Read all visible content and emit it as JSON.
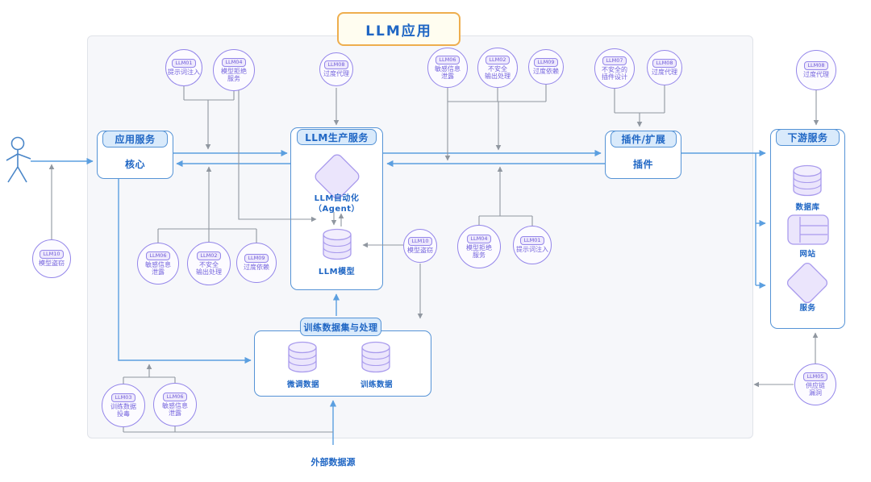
{
  "title": "LLM应用",
  "external_source_label": "外部数据源",
  "boxes": {
    "app_service": {
      "header": "应用服务",
      "body": "核心"
    },
    "llm_production": {
      "header": "LLM生产服务",
      "agent_line1": "LLM自动化",
      "agent_line2": "（Agent）",
      "model_label": "LLM模型"
    },
    "plugin": {
      "header": "插件/扩展",
      "body": "插件"
    },
    "downstream": {
      "header": "下游服务",
      "db_label": "数据库",
      "web_label": "网站",
      "service_label": "服务"
    },
    "training": {
      "header": "训练数据集与处理",
      "finetune_label": "微调数据",
      "train_label": "训练数据"
    }
  },
  "risks": [
    {
      "badge": "LLM01",
      "label": "提示词注入"
    },
    {
      "badge": "LLM04",
      "label": "模型拒绝\n服务"
    },
    {
      "badge": "LLM08",
      "label": "过度代理"
    },
    {
      "badge": "LLM06",
      "label": "敏感信息\n泄露"
    },
    {
      "badge": "LLM02",
      "label": "不安全\n输出处理"
    },
    {
      "badge": "LLM09",
      "label": "过度依赖"
    },
    {
      "badge": "LLM07",
      "label": "不安全的\n插件设计"
    },
    {
      "badge": "LLM08",
      "label": "过度代理"
    },
    {
      "badge": "LLM08",
      "label": "过度代理"
    },
    {
      "badge": "LLM10",
      "label": "模型盗窃"
    },
    {
      "badge": "LLM06",
      "label": "敏感信息\n泄露"
    },
    {
      "badge": "LLM02",
      "label": "不安全\n输出处理"
    },
    {
      "badge": "LLM09",
      "label": "过度依赖"
    },
    {
      "badge": "LLM10",
      "label": "模型盗窃"
    },
    {
      "badge": "LLM04",
      "label": "模型拒绝\n服务"
    },
    {
      "badge": "LLM01",
      "label": "提示词注入"
    },
    {
      "badge": "LLM03",
      "label": "训练数据\n投毒"
    },
    {
      "badge": "LLM06",
      "label": "敏感信息\n泄露"
    },
    {
      "badge": "LLM05",
      "label": "供应链\n漏洞"
    }
  ],
  "colors": {
    "accent_blue": "#1f66c4",
    "node_border_blue": "#5593d6",
    "node_header_fill": "#d9eafb",
    "risk_text_purple": "#7463dd",
    "risk_border_purple": "#9486ea",
    "shape_fill_purple": "#ebe5fc",
    "title_border_orange": "#eeae4e",
    "title_fill": "#fffdf0",
    "arrow_blue": "#5b9fe0",
    "connector_gray": "#9097a0"
  }
}
